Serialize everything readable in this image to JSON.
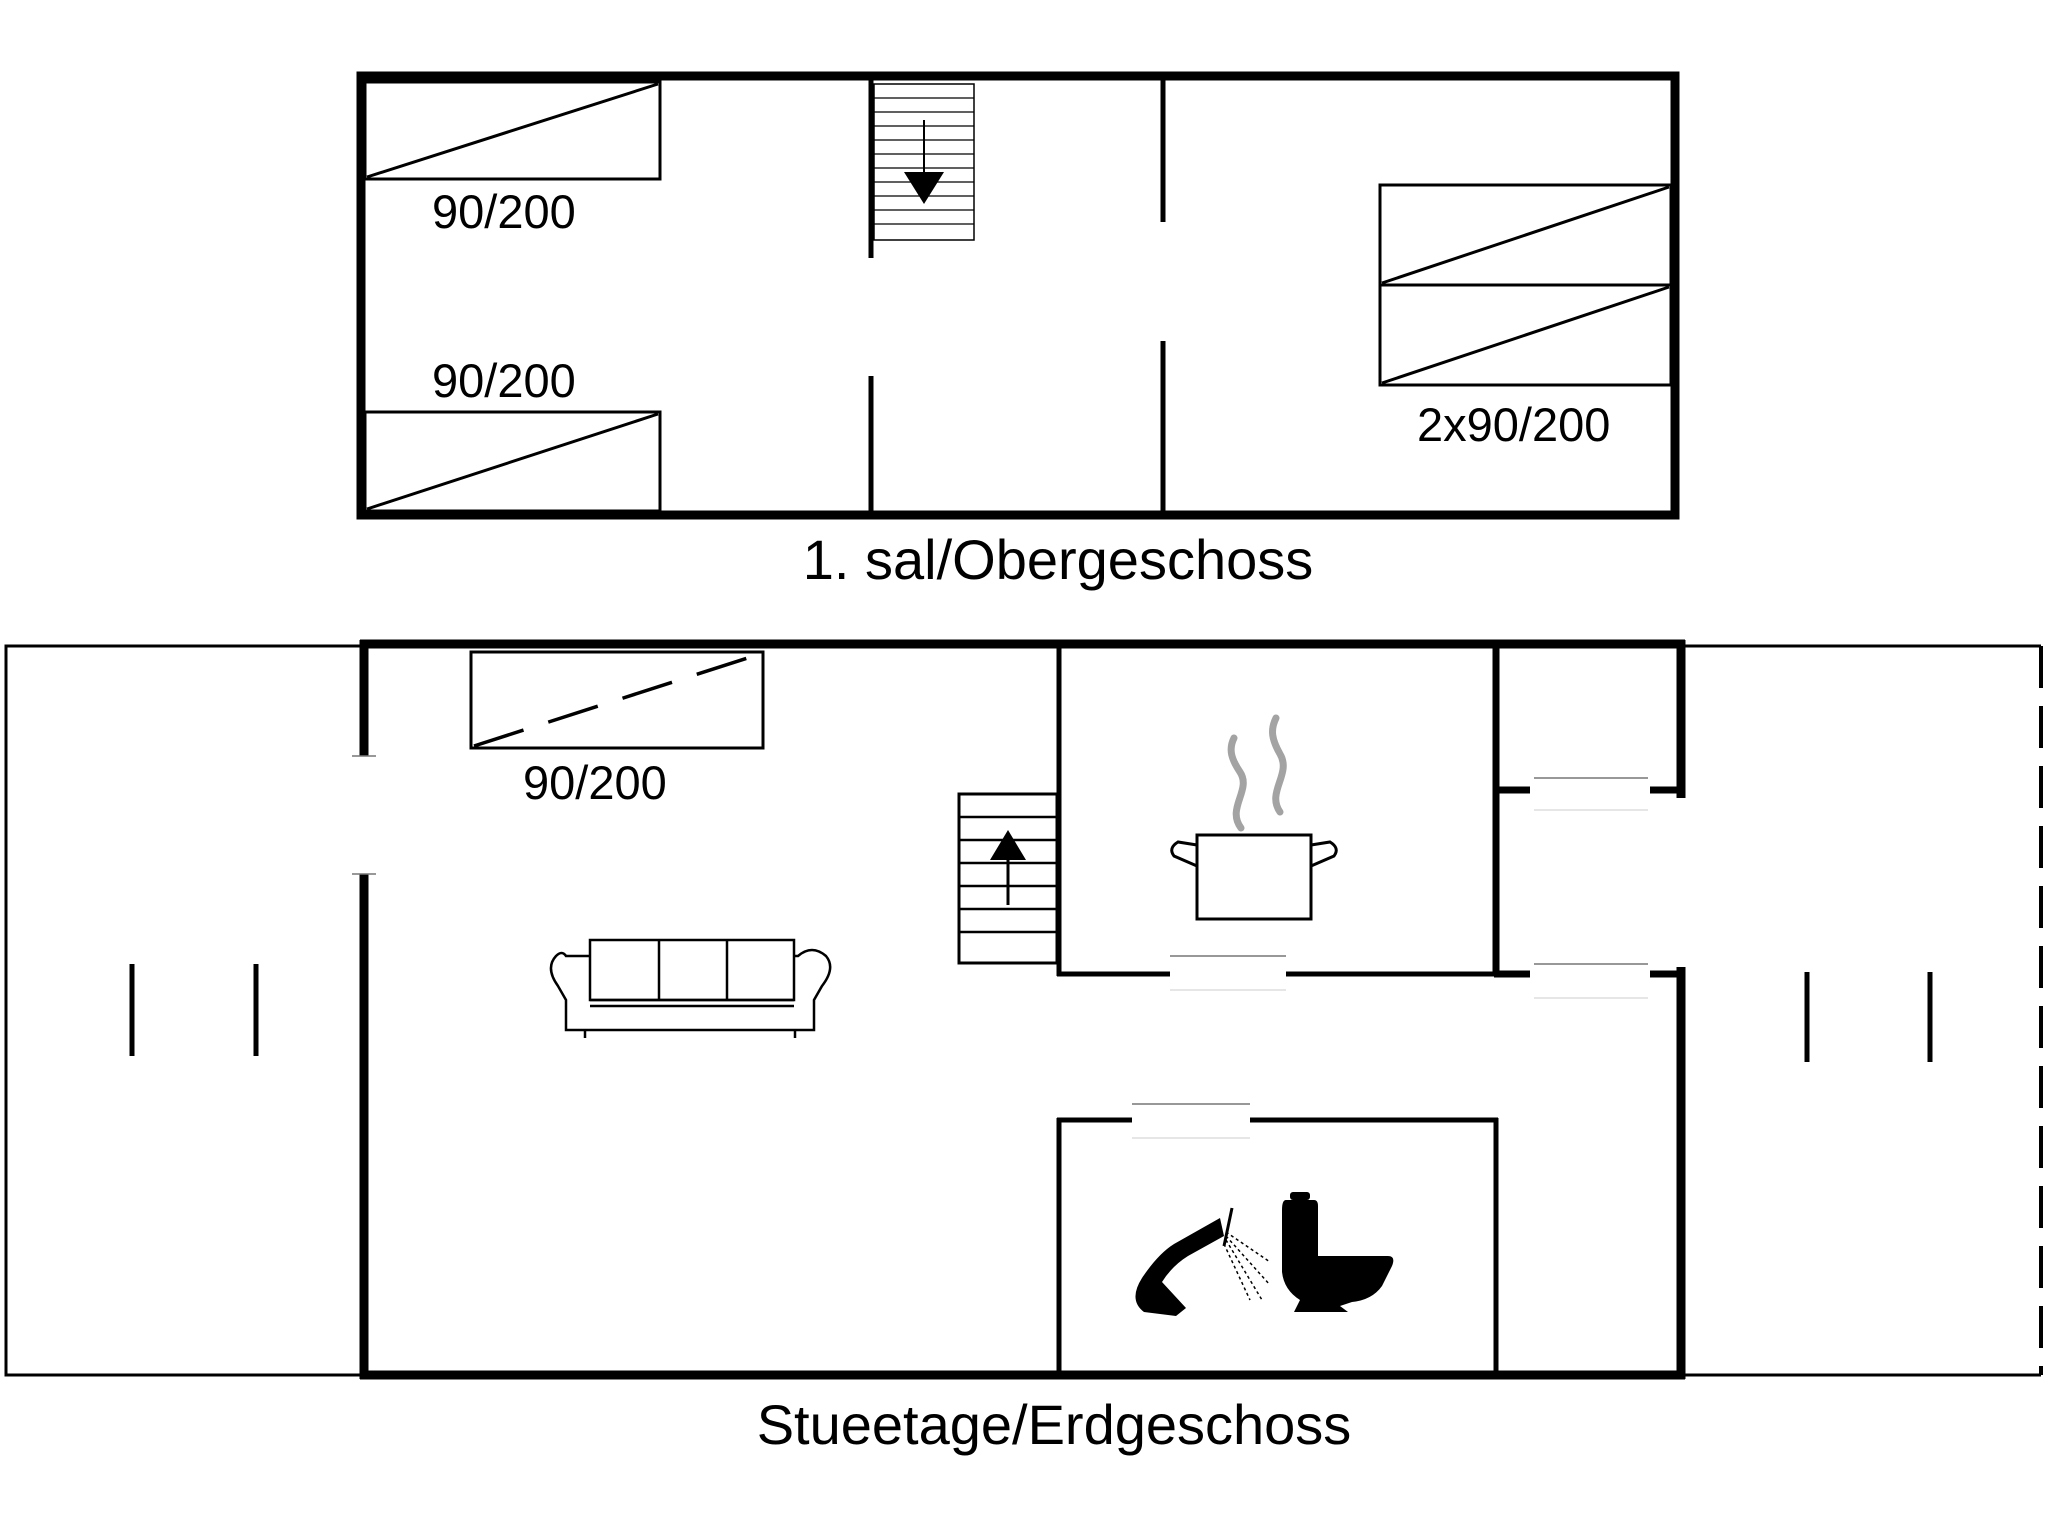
{
  "upper_floor": {
    "title": "1. sal/Obergeschoss",
    "beds": [
      {
        "label": "90/200"
      },
      {
        "label": "90/200"
      },
      {
        "label": "2x90/200"
      }
    ],
    "stair_direction": "down"
  },
  "ground_floor": {
    "title": "Stueetage/Erdgeschoss",
    "beds": [
      {
        "label": "90/200"
      }
    ],
    "stair_direction": "up",
    "symbols": [
      "sofa-icon",
      "cooking-pot-icon",
      "shower-icon",
      "toilet-icon"
    ]
  },
  "colors": {
    "lines": "#000000",
    "steam": "#9a9a9a",
    "background": "#ffffff"
  }
}
